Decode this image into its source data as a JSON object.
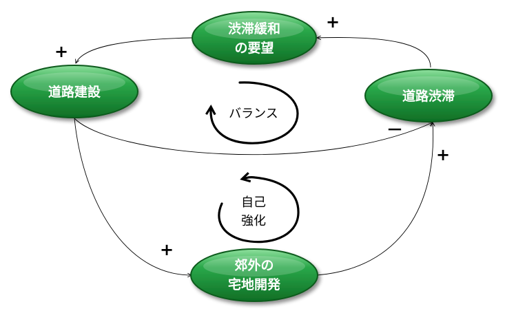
{
  "nodes": {
    "congestion_relief": {
      "line1": "渋滞緩和",
      "line2": "の要望"
    },
    "road_construction": {
      "label": "道路建設"
    },
    "road_congestion": {
      "label": "道路渋滞"
    },
    "suburban_development": {
      "line1": "郊外の",
      "line2": "宅地開発"
    }
  },
  "signs": {
    "congestion_to_relief": "+",
    "relief_to_construction": "+",
    "construction_to_congestion": "－",
    "construction_to_development": "+",
    "development_to_congestion": "+"
  },
  "loops": {
    "balance": "バランス",
    "reinforcing_line1": "自己",
    "reinforcing_line2": "強化"
  },
  "colors": {
    "node_fill": "#1e9a3c",
    "node_fill_dark": "#0d6b22",
    "node_border": "#0a5a1b",
    "node_highlight": "#7fd890",
    "text": "#ffffff",
    "lines": "#000000"
  }
}
